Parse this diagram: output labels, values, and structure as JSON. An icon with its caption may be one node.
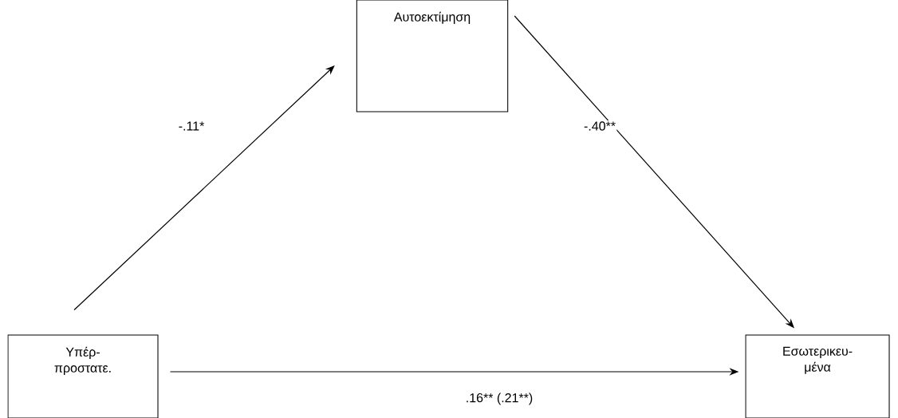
{
  "diagram": {
    "nodes": [
      {
        "text": [
          "Αυτοεκτίμηση"
        ]
      },
      {
        "text": [
          "Υπέρ- προστατε."
        ]
      },
      {
        "text": [
          "Εσωτερικευ- μένα"
        ]
      }
    ],
    "edges": [
      {
        "from": 1,
        "to": 0,
        "arrow": "to",
        "label": "-.11*"
      },
      {
        "from": 0,
        "to": 2,
        "arrow": "to",
        "label": "-.40**"
      },
      {
        "from": 1,
        "to": 2,
        "arrow": "to",
        "label": ".16** (.21**)"
      }
    ]
  }
}
